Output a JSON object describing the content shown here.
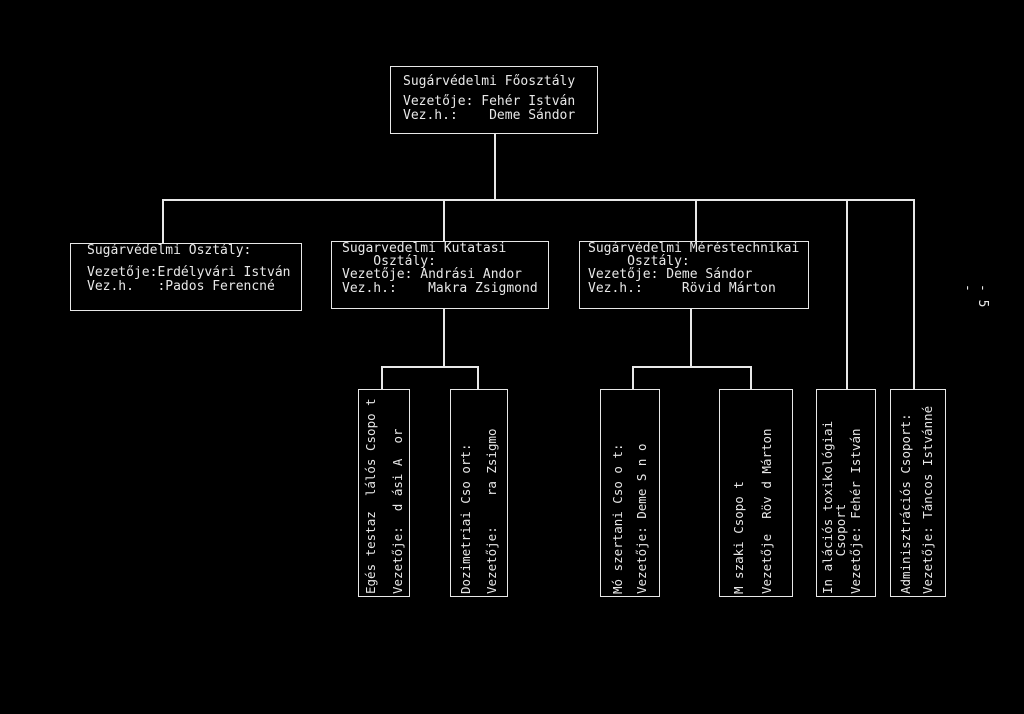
{
  "top": {
    "title": "Sugárvédelmi Főosztály",
    "head": "Vezetője: Fehér István",
    "deputy": "Vez.h.:    Deme Sándor"
  },
  "departments": [
    {
      "title": "Sugárvédelmi Osztály:",
      "head": "Vezetője:Erdélyvári István",
      "deputy": "Vez.h.   :Pados Ferencné"
    },
    {
      "title": "Sugarvedelmi Kutatasi",
      "subtitle": "    Osztály:",
      "head": "Vezetője: Andrási Andor",
      "deputy": "Vez.h.:    Makra Zsigmond"
    },
    {
      "title": "Sugárvédelmi Méréstechnikai",
      "subtitle": "     Osztály:",
      "head": "Vezetője: Deme Sándor",
      "deputy": "Vez.h.:     Rövid Márton"
    }
  ],
  "groups": [
    {
      "line1": "Egés testaz  lálós Csopo t",
      "line2": "Vezetője:  d ási A  or"
    },
    {
      "line1": "Dozimetriai Cso ort:",
      "line2": "Vezetője:    ra Zsigmo"
    },
    {
      "line1": "Mó szertani Cso o t:",
      "line2": "Vezetője: Deme S n o"
    },
    {
      "line1": "M szaki Csopo t",
      "line2": "Vezetője  Röv d Márton"
    },
    {
      "line1": "In alációs toxikológiai",
      "line1b": "     Csoport",
      "line2": "Vezetője: Fehér István"
    },
    {
      "line1": "Adminisztrációs Csoport:",
      "line2": "Vezetője: Táncos Istvánné"
    }
  ],
  "page_number": "- 5 -"
}
